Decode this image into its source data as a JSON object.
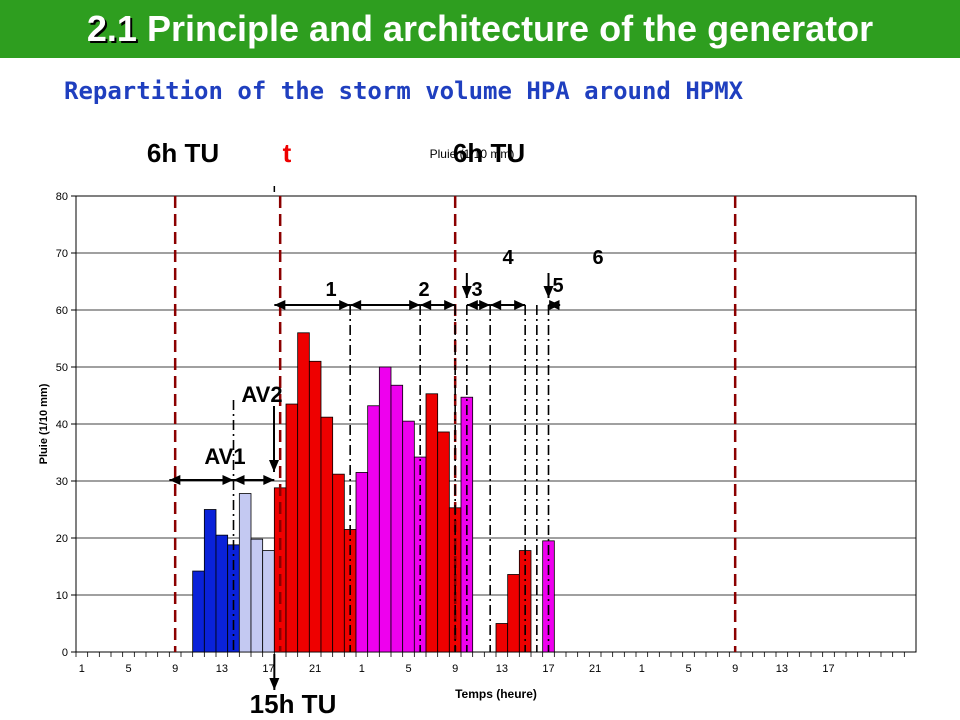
{
  "header": {
    "section_number": "2.1",
    "title": "Principle and architecture of the generator",
    "subtitle": "Repartition of the storm volume HPA around HPMX"
  },
  "colors": {
    "header_bg": "#2e9e1f",
    "subtitle": "#1f3fbf",
    "blue": "#0a22d9",
    "light": "#c4c9f2",
    "red": "#ee0000",
    "magenta": "#ee00ee",
    "dashed": "#8b0000"
  },
  "chart_data": {
    "type": "bar",
    "title": "Pluie (1/10 mm)",
    "xlabel": "Temps (heure)",
    "ylabel": "Pluie (1/10 mm)",
    "ylim": [
      0,
      80
    ],
    "yticks": [
      0,
      10,
      20,
      30,
      40,
      50,
      60,
      70,
      80
    ],
    "grid": "horizontal",
    "hours_start": 1,
    "hours_count": 72,
    "x_tick_labels": [
      "1",
      "5",
      "9",
      "13",
      "17",
      "21",
      "1",
      "5",
      "9",
      "13",
      "17",
      "21",
      "1",
      "5",
      "9",
      "13",
      "17"
    ],
    "series": [
      {
        "color": "blue",
        "start_hour": 11,
        "values": [
          14.2,
          25.0,
          20.5,
          18.8
        ]
      },
      {
        "color": "light",
        "start_hour": 15,
        "values": [
          27.8,
          19.8,
          17.8
        ]
      },
      {
        "color": "red",
        "start_hour": 18,
        "values": [
          28.8,
          43.5,
          56.0,
          51.0,
          41.2,
          31.2,
          21.5
        ]
      },
      {
        "color": "magenta",
        "start_hour": 25,
        "values": [
          31.5,
          43.2,
          50.0,
          46.8,
          40.5,
          34.2
        ]
      },
      {
        "color": "red",
        "start_hour": 31,
        "values": [
          45.3,
          38.6,
          25.3
        ]
      },
      {
        "color": "magenta",
        "start_hour": 34,
        "values": [
          44.7
        ]
      },
      {
        "color": "red",
        "start_hour": 37,
        "values": [
          5.0,
          13.6,
          17.8
        ]
      },
      {
        "color": "magenta",
        "start_hour": 41,
        "values": [
          19.5
        ]
      }
    ],
    "annotations": {
      "time_labels": [
        {
          "text": "6h TU",
          "hour": 9
        },
        {
          "text": "t",
          "hour": 18
        },
        {
          "text": "6h TU",
          "hour": 33
        },
        {
          "text": "15h TU",
          "hour": 18
        }
      ],
      "dashed_lines_hours": [
        9,
        18,
        33,
        57
      ],
      "period_labels": [
        {
          "text": "AV1",
          "hour": 11.5,
          "y": 34
        },
        {
          "text": "AV2",
          "hour": 14.5,
          "y": 45
        },
        {
          "text": "1",
          "hour": 21.5,
          "y": 63
        },
        {
          "text": "2",
          "hour": 28.5,
          "y": 63
        },
        {
          "text": "3",
          "hour": 32.0,
          "y": 63
        },
        {
          "text": "4",
          "hour": 34.0,
          "y": 69
        },
        {
          "text": "5",
          "hour": 38.5,
          "y": 64
        },
        {
          "text": "6",
          "hour": 41.0,
          "y": 69
        }
      ]
    }
  }
}
